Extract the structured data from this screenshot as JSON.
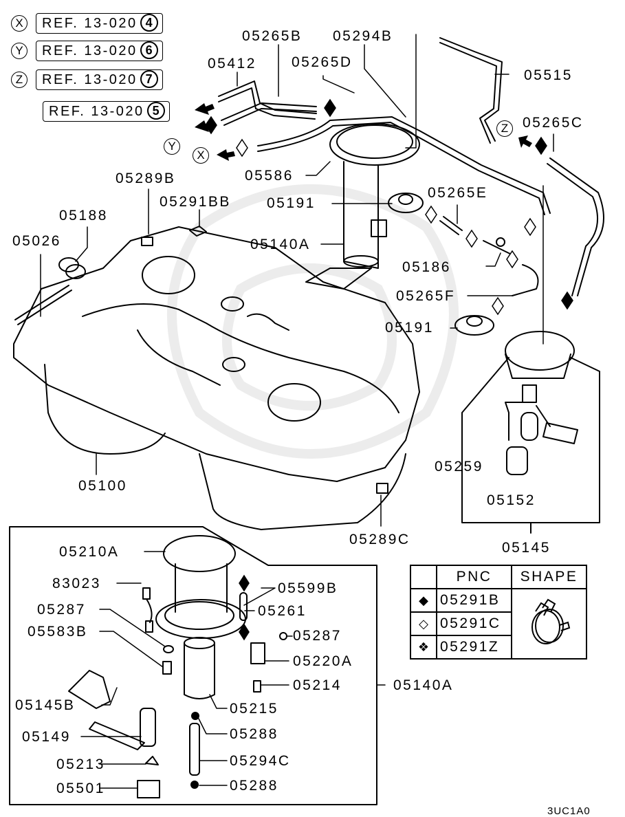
{
  "references": [
    {
      "marker": "X",
      "text": "REF. 13-020",
      "num": "4"
    },
    {
      "marker": "Y",
      "text": "REF. 13-020",
      "num": "6"
    },
    {
      "marker": "Z",
      "text": "REF. 13-020",
      "num": "7"
    },
    {
      "marker": "",
      "text": "REF. 13-020",
      "num": "5"
    }
  ],
  "connectors": {
    "y": "Y",
    "x": "X",
    "z": "Z"
  },
  "parts": {
    "p05265B": "05265B",
    "p05294B": "05294B",
    "p05412": "05412",
    "p05265D": "05265D",
    "p05515": "05515",
    "p05265C": "05265C",
    "p05586": "05586",
    "p05289B": "05289B",
    "p05291BB": "05291BB",
    "p05191a": "05191",
    "p05265E": "05265E",
    "p05188": "05188",
    "p05026": "05026",
    "p05140A": "05140A",
    "p05186": "05186",
    "p05265F": "05265F",
    "p05191b": "05191",
    "p05259": "05259",
    "p05152": "05152",
    "p05100": "05100",
    "p05289C": "05289C",
    "p05145": "05145",
    "p05210A": "05210A",
    "p83023": "83023",
    "p05599B": "05599B",
    "p05261": "05261",
    "p05287a": "05287",
    "p05583B": "05583B",
    "p05287b": "05287",
    "p05220A": "05220A",
    "p05214": "05214",
    "p05140A_b": "05140A",
    "p05145B": "05145B",
    "p05215": "05215",
    "p05149": "05149",
    "p05288a": "05288",
    "p05213": "05213",
    "p05294C": "05294C",
    "p05501": "05501",
    "p05288b": "05288"
  },
  "legend": {
    "header_pnc": "PNC",
    "header_shape": "SHAPE",
    "rows": [
      {
        "symbol": "filled-diamond",
        "pnc": "05291B"
      },
      {
        "symbol": "open-diamond",
        "pnc": "05291C"
      },
      {
        "symbol": "dotted-diamond",
        "pnc": "05291Z"
      }
    ]
  },
  "diagram_code": "3UC1A0"
}
